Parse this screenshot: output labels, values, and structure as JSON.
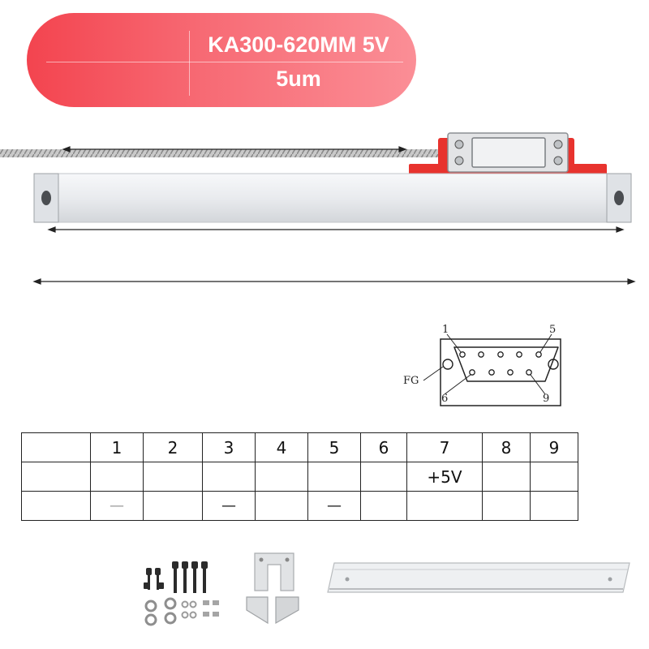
{
  "banner": {
    "model": "KA300-620MM 5V",
    "resolution": "5um"
  },
  "pin_diagram": {
    "labels": [
      "1",
      "5",
      "6",
      "9",
      "FG"
    ]
  },
  "pin_table": {
    "header": [
      "",
      "1",
      "2",
      "3",
      "4",
      "5",
      "6",
      "7",
      "8",
      "9"
    ],
    "row1": [
      "",
      "",
      "",
      "",
      "",
      "",
      "",
      "+5V",
      "",
      ""
    ],
    "row2": [
      "",
      "—",
      "",
      "—",
      "",
      "—",
      "",
      "",
      "",
      ""
    ]
  },
  "colors": {
    "banner_start": "#f3444f",
    "banner_end": "#fb8e96",
    "scale_body": "#e9ebee",
    "reader_accent": "#e8332e"
  },
  "icons": [
    "bolt-set-icon",
    "mounting-bracket-icon",
    "protective-cover-icon"
  ]
}
